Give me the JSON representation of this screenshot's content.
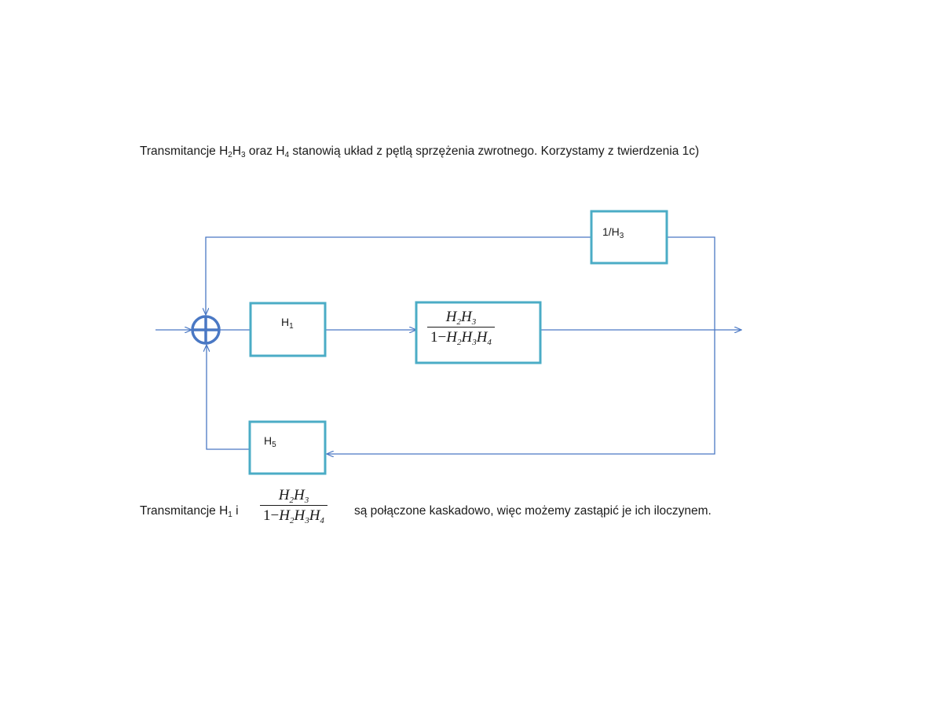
{
  "intro": {
    "prefix": "Transmitancje H",
    "sub_a": "2",
    "mid_a": "H",
    "sub_b": "3",
    "mid_b": " oraz H",
    "sub_c": "4",
    "rest": " stanowią układ z  pętlą sprzężenia zwrotnego. Korzystamy z twierdzenia 1c)"
  },
  "diagram": {
    "top_block": {
      "main": "1/H",
      "sub": "3"
    },
    "h1_block": {
      "main": "H",
      "sub": "1"
    },
    "h5_block": {
      "main": "H",
      "sub": "5"
    },
    "fraction": {
      "num_h2": "H",
      "num_s2": "2",
      "num_h3": "H",
      "num_s3": "3",
      "den_one": "1−",
      "den_h2": "H",
      "den_s2": "2",
      "den_h3": "H",
      "den_s3": "3",
      "den_h4": "H",
      "den_s4": "4"
    },
    "wire_color": "#4a78c4",
    "block_color": "#4bacc6"
  },
  "conclusion": {
    "prefix": "Transmitancje H",
    "sub_1": "1",
    "connector": " i",
    "suffix": "są połączone kaskadowo, więc możemy zastąpić je ich iloczynem."
  }
}
